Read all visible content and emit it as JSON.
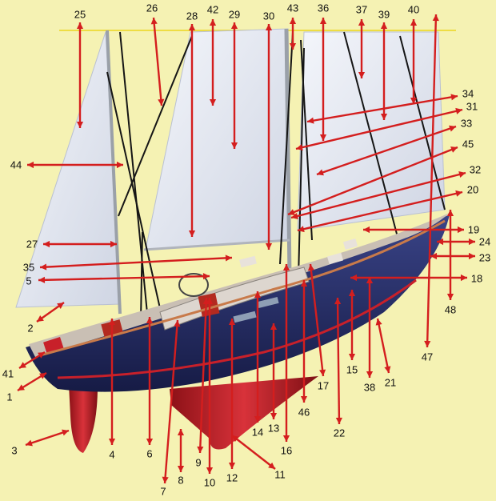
{
  "diagram": {
    "labels": [
      "1",
      "2",
      "3",
      "4",
      "5",
      "6",
      "7",
      "8",
      "9",
      "10",
      "11",
      "12",
      "13",
      "14",
      "15",
      "16",
      "17",
      "18",
      "19",
      "20",
      "21",
      "22",
      "23",
      "24",
      "25",
      "26",
      "27",
      "28",
      "29",
      "30",
      "31",
      "32",
      "33",
      "34",
      "35",
      "36",
      "37",
      "38",
      "39",
      "40",
      "41",
      "42",
      "43",
      "44",
      "45",
      "46",
      "47",
      "48"
    ]
  },
  "colors": {
    "background": "#f5f2b3",
    "hull": "#27306a",
    "keel": "#c8202a",
    "sail": "#e9ecf4",
    "leader": "#d41e1e",
    "deck": "#c9bfb4",
    "teak": "#c87a4a"
  }
}
